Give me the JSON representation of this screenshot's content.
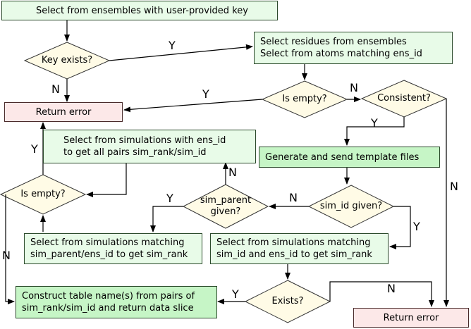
{
  "nodes": {
    "select_ensembles": "Select from ensembles with user-provided key",
    "key_exists": "Key exists?",
    "select_residues_line1": "Select residues from ensembles",
    "select_residues_line2": "Select from atoms matching ens_id",
    "is_empty_top": "Is empty?",
    "consistent": "Consistent?",
    "return_error_top": "Return error",
    "select_simulations_line1": "Select from simulations with ens_id",
    "select_simulations_line2": "to get all pairs sim_rank/sim_id",
    "generate_templates": "Generate and send template files",
    "is_empty_left": "Is empty?",
    "sim_parent_line1": "sim_parent",
    "sim_parent_line2": "given?",
    "sim_id_given": "sim_id given?",
    "select_parent_line1": "Select from simulations matching",
    "select_parent_line2": "sim_parent/ens_id to get sim_rank",
    "select_simid_line1": "Select from simulations matching",
    "select_simid_line2": "sim_id and ens_id to get sim_rank",
    "construct_line1": "Construct table name(s) from pairs of",
    "construct_line2": "sim_rank/sim_id and return data slice",
    "exists": "Exists?",
    "return_error_bottom": "Return error"
  },
  "edge_labels": {
    "key_exists_yes": "Y",
    "key_exists_no": "N",
    "is_empty_top_yes": "Y",
    "is_empty_top_no": "N",
    "consistent_yes": "Y",
    "consistent_no": "N",
    "is_empty_left_yes": "Y",
    "is_empty_left_no": "N",
    "sim_parent_yes": "Y",
    "sim_parent_no": "N",
    "sim_id_yes": "Y",
    "sim_id_no": "N",
    "exists_yes": "Y",
    "exists_no": "N"
  },
  "colors": {
    "process_light": "#e8fbe8",
    "process_highlight": "#c6f5c6",
    "decision": "#fffbe6",
    "error": "#fce8e8",
    "line": "#000000"
  }
}
